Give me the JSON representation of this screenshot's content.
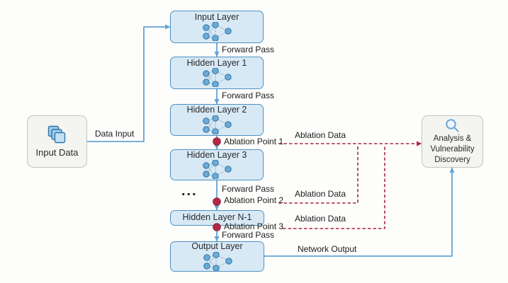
{
  "colors": {
    "node_fill": "#d8e9f6",
    "node_border": "#4e90c1",
    "side_fill": "#f4f4f1",
    "side_border": "#c4c4c0",
    "flow_blue": "#63a4d6",
    "ablation_red": "#a8294a",
    "dot_red": "#b22946"
  },
  "nodes": {
    "input_data": {
      "label": "Input Data",
      "icon": "layers-icon"
    },
    "input_layer": {
      "label": "Input Layer",
      "icon": "neural-network-icon"
    },
    "hidden_layer_1": {
      "label": "Hidden Layer 1",
      "icon": "neural-network-icon"
    },
    "hidden_layer_2": {
      "label": "Hidden Layer 2",
      "icon": "neural-network-icon"
    },
    "hidden_layer_3": {
      "label": "Hidden Layer 3",
      "icon": "neural-network-icon"
    },
    "hidden_layer_n_minus_1": {
      "label": "Hidden Layer N-1"
    },
    "output_layer": {
      "label": "Output Layer",
      "icon": "neural-network-icon"
    },
    "analysis": {
      "lines": [
        "Analysis &",
        "Vulnerability",
        "Discovery"
      ],
      "icon": "magnifier-icon"
    }
  },
  "labels": {
    "data_input": "Data Input",
    "forward_pass": "Forward Pass",
    "ablation_point_1": "Ablation Point 1",
    "ablation_point_2": "Ablation Point 2",
    "ablation_point_3": "Ablation Point 3",
    "ablation_data": "Ablation Data",
    "network_output": "Network Output",
    "ellipsis": "..."
  }
}
